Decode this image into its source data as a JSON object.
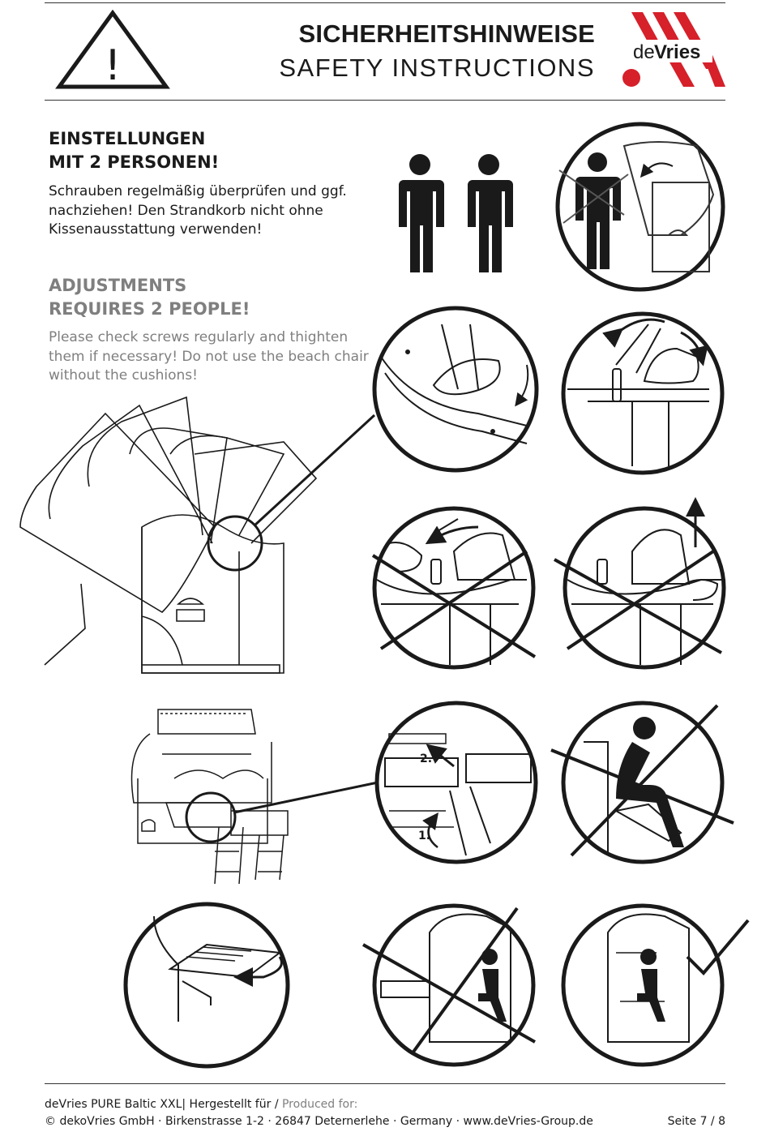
{
  "header": {
    "title_de": "SICHERHEITSHINWEISE",
    "title_en": "SAFETY INSTRUCTIONS",
    "warning_mark": "!",
    "logo": {
      "text_de": "de",
      "text_vries": "Vries",
      "brand_color": "#d6202a",
      "dark_color": "#1a1a1a"
    }
  },
  "section_de": {
    "title_line1": "EINSTELLUNGEN",
    "title_line2": "MIT 2 PERSONEN!",
    "text_line1": "Schrauben regelmäßig überprüfen und ggf.",
    "text_line2": "nachziehen! Den Strandkorb nicht ohne",
    "text_line3": "Kissenausstattung verwenden!"
  },
  "section_en": {
    "title_line1": "ADJUSTMENTS",
    "title_line2": "REQUIRES 2 PEOPLE!",
    "text_line1": "Please  check screws regularly and thighten",
    "text_line2": "them if necessary! Do not use the beach chair",
    "text_line3": "without the cushions!"
  },
  "illustrations": {
    "step_label_2": "2.",
    "step_label_1": "1.",
    "icons": [
      "two-people-icon",
      "one-person-crossed-icon",
      "strap-detail",
      "hand-grip-correct",
      "hand-grip-wrong-1",
      "hand-grip-wrong-2",
      "footrest-extend",
      "no-sitting-on-footrest",
      "side-table-fold",
      "wrong-position-crossed",
      "correct-position-check"
    ]
  },
  "footer": {
    "product": "deVries PURE Baltic XXL| Hergestellt für / ",
    "produced_for": "Produced for:",
    "address": "© dekoVries GmbH · Birkenstrasse 1-2 · 26847 Detern­erlehe · Germany · www.deVries-Group.de",
    "page": "Seite 7 / 8"
  }
}
